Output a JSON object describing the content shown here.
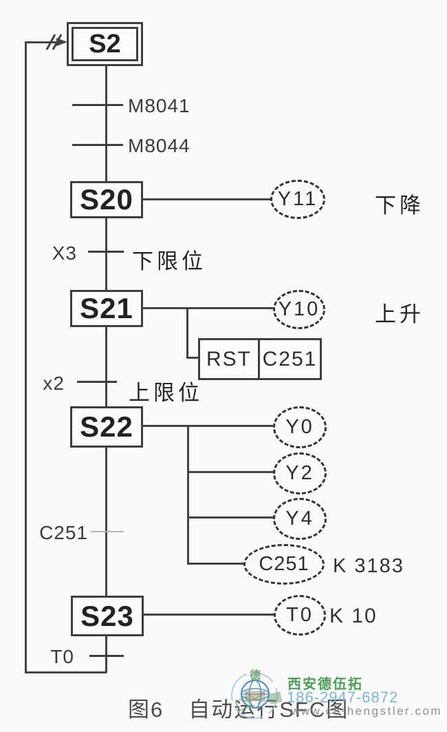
{
  "figure": {
    "label": "图6",
    "title": "自动运行SFC图"
  },
  "sfc": {
    "initial_step": "S2",
    "steps": [
      "S20",
      "S21",
      "S22",
      "S23"
    ],
    "transitions": [
      {
        "device": "M8041",
        "comment": ""
      },
      {
        "device": "M8044",
        "comment": ""
      },
      {
        "device": "X3",
        "comment": "下限位"
      },
      {
        "device": "x2",
        "comment": "上限位"
      },
      {
        "device": "C251",
        "comment": ""
      },
      {
        "device": "T0",
        "comment": ""
      }
    ],
    "actions": {
      "y11": {
        "coil": "Y11",
        "comment": "下降"
      },
      "y10": {
        "coil": "Y10",
        "comment": "上升"
      },
      "rst": {
        "mnemonic": "RST",
        "operand": "C251"
      },
      "s22_coils": [
        "Y0",
        "Y2",
        "Y4"
      ],
      "c251": {
        "coil": "C251",
        "preset": "K 3183"
      },
      "t0": {
        "coil": "T0",
        "preset": "K 10"
      }
    }
  },
  "watermark": {
    "logo_char": "德",
    "company": "西安德伍拓",
    "phone": "186-2947-6872",
    "website": "www.cn-hengstler.com",
    "colors": {
      "green": "#4f9e58",
      "blue": "#7cb5dc",
      "gray": "#8f8f8f"
    }
  },
  "colors": {
    "line": "#434343",
    "background": "#fbfaf8"
  }
}
